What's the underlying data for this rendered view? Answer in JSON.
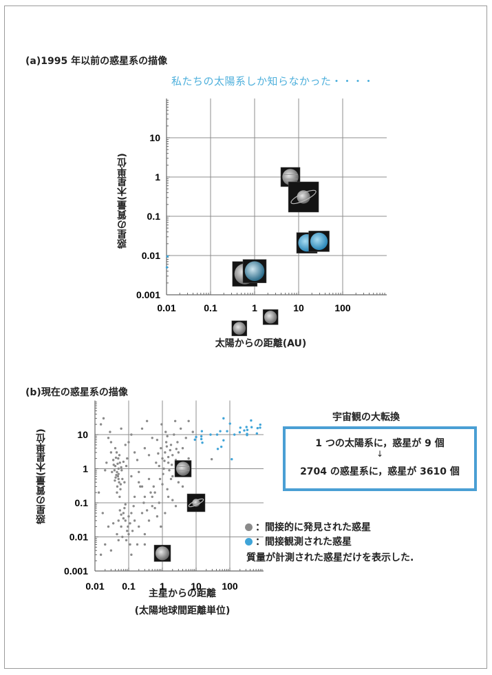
{
  "colors": {
    "accent_blue": "#4fb0dc",
    "box_border": "#4a9fd4",
    "indirect_point": "#8a8a8a",
    "direct_point": "#3fa4d8",
    "grid": "#8c8c8c"
  },
  "panel_a": {
    "title": "(a)1995 年以前の惑星系の描像",
    "subtitle": "私たちの太陽系しか知らなかった・・・・"
  },
  "panel_b": {
    "title": "(b)現在の惑星系の描像",
    "box_title": "宇宙観の大転換",
    "box_line1": "1 つの太陽系に，惑星が 9 個",
    "box_arrow": "↓",
    "box_line2": "2704 の惑星系に，惑星が 3610 個",
    "legend_indirect": "：間接的に発見された惑星",
    "legend_direct": "：間接観測された惑星",
    "note": "質量が計測された惑星だけを表示した."
  },
  "chart_data": [
    {
      "type": "scatter",
      "title": "(a)1995 年以前の惑星系の描像",
      "xlabel": "太陽からの距離(AU)",
      "ylabel": "惑星の質量(木星単位)",
      "xscale": "log",
      "yscale": "log",
      "xlim": [
        0.01,
        1000
      ],
      "ylim": [
        0.001,
        100
      ],
      "xticks": [
        "0.01",
        "0.1",
        "1",
        "10",
        "100"
      ],
      "yticks": [
        "0.001",
        "0.01",
        "0.1",
        "1",
        "10"
      ],
      "grid": true,
      "planet_icons": [
        {
          "icon": "jupiter-icon",
          "x": 6.5,
          "y": 1.0
        },
        {
          "icon": "saturn-icon",
          "x": 12.9,
          "y": 0.31
        },
        {
          "icon": "uranus-icon",
          "x": 15.4,
          "y": 0.021
        },
        {
          "icon": "neptune-icon",
          "x": 29,
          "y": 0.023
        },
        {
          "icon": "venus-icon",
          "x": 0.6,
          "y": 0.0034
        },
        {
          "icon": "earth-icon",
          "x": 1.0,
          "y": 0.004
        },
        {
          "icon": "mercury-icon",
          "x": 0.45,
          "y": 0.00014
        },
        {
          "icon": "mars-icon",
          "x": 2.3,
          "y": 0.00027
        }
      ],
      "series": [
        {
          "name": "direct",
          "points": [
            [
              0.0105,
              0.0095
            ],
            [
              0.0102,
              0.005
            ]
          ]
        }
      ]
    },
    {
      "type": "scatter",
      "title": "(b)現在の惑星系の描像",
      "xlabel": "主星からの距離",
      "xlabel2": "(太陽地球間距離単位)",
      "ylabel": "惑星の質量(木星単位)",
      "xscale": "log",
      "yscale": "log",
      "xlim": [
        0.01,
        1000
      ],
      "ylim": [
        0.001,
        100
      ],
      "xticks": [
        "0.01",
        "0.1",
        "1",
        "10",
        "100"
      ],
      "yticks": [
        "0.001",
        "0.01",
        "0.1",
        "1",
        "10"
      ],
      "grid": true,
      "legend": "right",
      "planet_icons": [
        {
          "icon": "jupiter-icon",
          "x": 4.1,
          "y": 1.0
        },
        {
          "icon": "saturn-icon",
          "x": 10,
          "y": 0.1
        },
        {
          "icon": "earth-icon",
          "x": 1.0,
          "y": 0.0033
        }
      ],
      "series": [
        {
          "name": "indirect",
          "points": [
            [
              0.04,
              1.2
            ],
            [
              0.045,
              0.8
            ],
            [
              0.05,
              0.5
            ],
            [
              0.042,
              2.1
            ],
            [
              0.055,
              1.5
            ],
            [
              0.048,
              0.6
            ],
            [
              0.038,
              0.9
            ],
            [
              0.06,
              1.1
            ],
            [
              0.052,
              0.4
            ],
            [
              0.044,
              3.0
            ],
            [
              0.035,
              1.8
            ],
            [
              0.05,
              0.7
            ],
            [
              0.058,
              0.35
            ],
            [
              0.041,
              0.55
            ],
            [
              0.047,
              1.4
            ],
            [
              0.053,
              2.5
            ],
            [
              0.039,
              0.45
            ],
            [
              0.062,
              0.9
            ],
            [
              0.046,
              0.3
            ],
            [
              0.05,
              1.0
            ],
            [
              0.043,
              0.65
            ],
            [
              0.057,
              0.25
            ],
            [
              0.036,
              1.3
            ],
            [
              0.065,
              0.5
            ],
            [
              0.049,
              2.0
            ],
            [
              0.032,
              0.8
            ],
            [
              0.054,
              0.15
            ],
            [
              0.045,
              0.2
            ],
            [
              0.07,
              1.6
            ],
            [
              0.04,
              4.0
            ],
            [
              0.025,
              8
            ],
            [
              0.03,
              3
            ],
            [
              0.028,
              12
            ],
            [
              0.08,
              5
            ],
            [
              0.09,
              2
            ],
            [
              0.075,
              0.4
            ],
            [
              0.02,
              0.9
            ],
            [
              0.022,
              1.5
            ],
            [
              0.1,
              6
            ],
            [
              0.085,
              1.2
            ],
            [
              0.12,
              10
            ],
            [
              0.15,
              3
            ],
            [
              0.2,
              0.8
            ],
            [
              0.25,
              15
            ],
            [
              0.3,
              4
            ],
            [
              0.18,
              1.8
            ],
            [
              0.35,
              25
            ],
            [
              0.22,
              0.3
            ],
            [
              0.4,
              2.5
            ],
            [
              0.5,
              8
            ],
            [
              0.015,
              20
            ],
            [
              0.018,
              30
            ],
            [
              0.03,
              6
            ],
            [
              0.06,
              15
            ],
            [
              0.013,
              0.2
            ],
            [
              0.05,
              0.03
            ],
            [
              0.06,
              0.02
            ],
            [
              0.07,
              0.05
            ],
            [
              0.08,
              0.03
            ],
            [
              0.09,
              0.015
            ],
            [
              0.1,
              0.04
            ],
            [
              0.065,
              0.01
            ],
            [
              0.075,
              0.07
            ],
            [
              0.11,
              0.025
            ],
            [
              0.055,
              0.06
            ],
            [
              0.085,
              0.008
            ],
            [
              0.12,
              0.05
            ],
            [
              0.095,
              0.02
            ],
            [
              0.07,
              0.035
            ],
            [
              0.13,
              0.015
            ],
            [
              0.06,
              0.045
            ],
            [
              0.15,
              0.03
            ],
            [
              0.045,
              0.012
            ],
            [
              0.08,
              0.09
            ],
            [
              0.1,
              0.012
            ],
            [
              0.14,
              0.08
            ],
            [
              0.2,
              0.02
            ],
            [
              0.25,
              0.05
            ],
            [
              0.3,
              0.012
            ],
            [
              0.035,
              0.025
            ],
            [
              0.18,
              0.006
            ],
            [
              0.4,
              0.03
            ],
            [
              0.6,
              0.07
            ],
            [
              0.05,
              0.008
            ],
            [
              0.11,
              0.006
            ],
            [
              0.02,
              0.006
            ],
            [
              0.015,
              0.003
            ],
            [
              0.03,
              0.004
            ],
            [
              0.025,
              0.02
            ],
            [
              0.12,
              0.003
            ],
            [
              0.3,
              0.006
            ],
            [
              0.017,
              0.05
            ],
            [
              1,
              2
            ],
            [
              1.2,
              3
            ],
            [
              1.5,
              1.5
            ],
            [
              2,
              2.5
            ],
            [
              0.9,
              4
            ],
            [
              1.1,
              1
            ],
            [
              1.3,
              6
            ],
            [
              1.7,
              3.5
            ],
            [
              2.5,
              1.8
            ],
            [
              0.8,
              1.2
            ],
            [
              1.4,
              9
            ],
            [
              1.8,
              5
            ],
            [
              2.2,
              10
            ],
            [
              3,
              3
            ],
            [
              1.05,
              0.7
            ],
            [
              1.6,
              0.9
            ],
            [
              0.75,
              2.8
            ],
            [
              2.8,
              6
            ],
            [
              3.5,
              15
            ],
            [
              1.25,
              12
            ],
            [
              0.95,
              20
            ],
            [
              2,
              0.6
            ],
            [
              4,
              4
            ],
            [
              1.5,
              2.2
            ],
            [
              1.15,
              1.7
            ],
            [
              0.85,
              0.5
            ],
            [
              2.4,
              25
            ],
            [
              5,
              8
            ],
            [
              6,
              2
            ],
            [
              1.9,
              1.3
            ],
            [
              0.7,
              7
            ],
            [
              3.2,
              1.1
            ],
            [
              1.35,
              4.5
            ],
            [
              2.6,
              3.8
            ],
            [
              1,
              0.35
            ],
            [
              1.4,
              0.25
            ],
            [
              0.6,
              0.2
            ],
            [
              0.5,
              0.15
            ],
            [
              2,
              0.12
            ],
            [
              3,
              0.4
            ],
            [
              0.65,
              1.5
            ],
            [
              6,
              25
            ],
            [
              8,
              12
            ],
            [
              29,
              1.9
            ],
            [
              0.3,
              0.15
            ],
            [
              0.5,
              0.08
            ],
            [
              0.8,
              0.1
            ],
            [
              1.2,
              0.05
            ],
            [
              0.25,
              0.3
            ],
            [
              0.4,
              0.5
            ],
            [
              0.7,
              0.04
            ],
            [
              1.5,
              0.15
            ],
            [
              2.5,
              0.08
            ],
            [
              0.35,
              0.06
            ],
            [
              0.45,
              0.2
            ],
            [
              0.9,
              0.02
            ],
            [
              0.55,
              0.3
            ],
            [
              0.28,
              0.1
            ],
            [
              0.2,
              0.4
            ],
            [
              4,
              0.3
            ],
            [
              1.8,
              0.5
            ],
            [
              0.15,
              0.15
            ],
            [
              0.12,
              0.6
            ]
          ]
        },
        {
          "name": "direct",
          "points": [
            [
              65,
              30
            ],
            [
              101,
              21
            ],
            [
              427,
              26
            ],
            [
              800,
              19.6
            ],
            [
              205,
              16
            ],
            [
              312,
              16.7
            ],
            [
              443,
              16.5
            ],
            [
              665,
              15.5
            ],
            [
              790,
              16
            ],
            [
              268,
              13.2
            ],
            [
              330,
              13.7
            ],
            [
              14.8,
              12.6
            ],
            [
              52,
              12.6
            ],
            [
              83,
              12.6
            ],
            [
              197,
              11.7
            ],
            [
              26.8,
              10
            ],
            [
              42,
              10
            ],
            [
              137,
              10
            ],
            [
              324,
              10.5
            ],
            [
              324,
              9.7
            ],
            [
              635,
              10.8
            ],
            [
              14.3,
              8.9
            ],
            [
              14.3,
              7.4
            ],
            [
              10,
              8.5
            ],
            [
              9.2,
              7.1
            ],
            [
              15.3,
              5.8
            ],
            [
              65,
              6.8
            ],
            [
              56,
              4.4
            ],
            [
              44,
              3.8
            ],
            [
              114,
              1.9
            ]
          ]
        }
      ]
    }
  ]
}
